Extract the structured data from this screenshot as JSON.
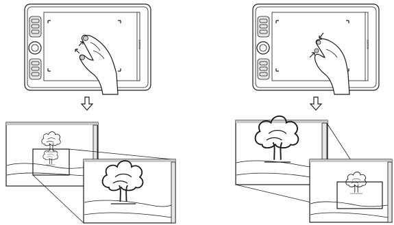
{
  "tablet": {
    "brand": "wacom"
  },
  "panels": [
    {
      "id": "zoom-in",
      "gesture": "spread"
    },
    {
      "id": "zoom-out",
      "gesture": "pinch"
    }
  ]
}
